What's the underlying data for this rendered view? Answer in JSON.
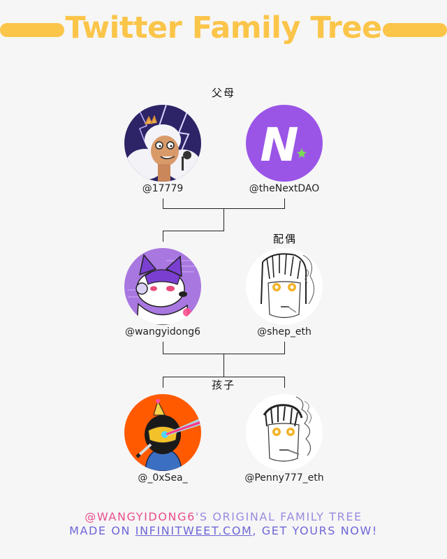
{
  "header": {
    "title": "Twitter Family Tree",
    "accent_color": "#fbc54a"
  },
  "sections": {
    "parents_label": "父母",
    "spouse_label": "配偶",
    "children_label": "孩子"
  },
  "people": {
    "parent_1": {
      "handle": "@17779",
      "avatar_icon": "cartoon-dog-avatar"
    },
    "parent_2": {
      "handle": "@theNextDAO",
      "avatar_icon": "n-logo-avatar",
      "avatar_letter": "N",
      "avatar_color": "#9a55e6"
    },
    "self": {
      "handle": "@wangyidong6",
      "avatar_icon": "purple-fox-avatar"
    },
    "spouse": {
      "handle": "@shep_eth",
      "avatar_icon": "sketch-face-avatar"
    },
    "child_1": {
      "handle": "@_0xSea_",
      "avatar_icon": "ninja-laser-avatar"
    },
    "child_2": {
      "handle": "@Penny777_eth",
      "avatar_icon": "sketch-smoker-avatar"
    }
  },
  "footer": {
    "owner": "@WANGYIDONG6",
    "line1_rest": "'S ORIGINAL FAMILY TREE",
    "made_on": "MADE ON ",
    "link_text": "INFINITWEET.COM",
    "line2_rest": ", GET YOURS NOW!"
  }
}
